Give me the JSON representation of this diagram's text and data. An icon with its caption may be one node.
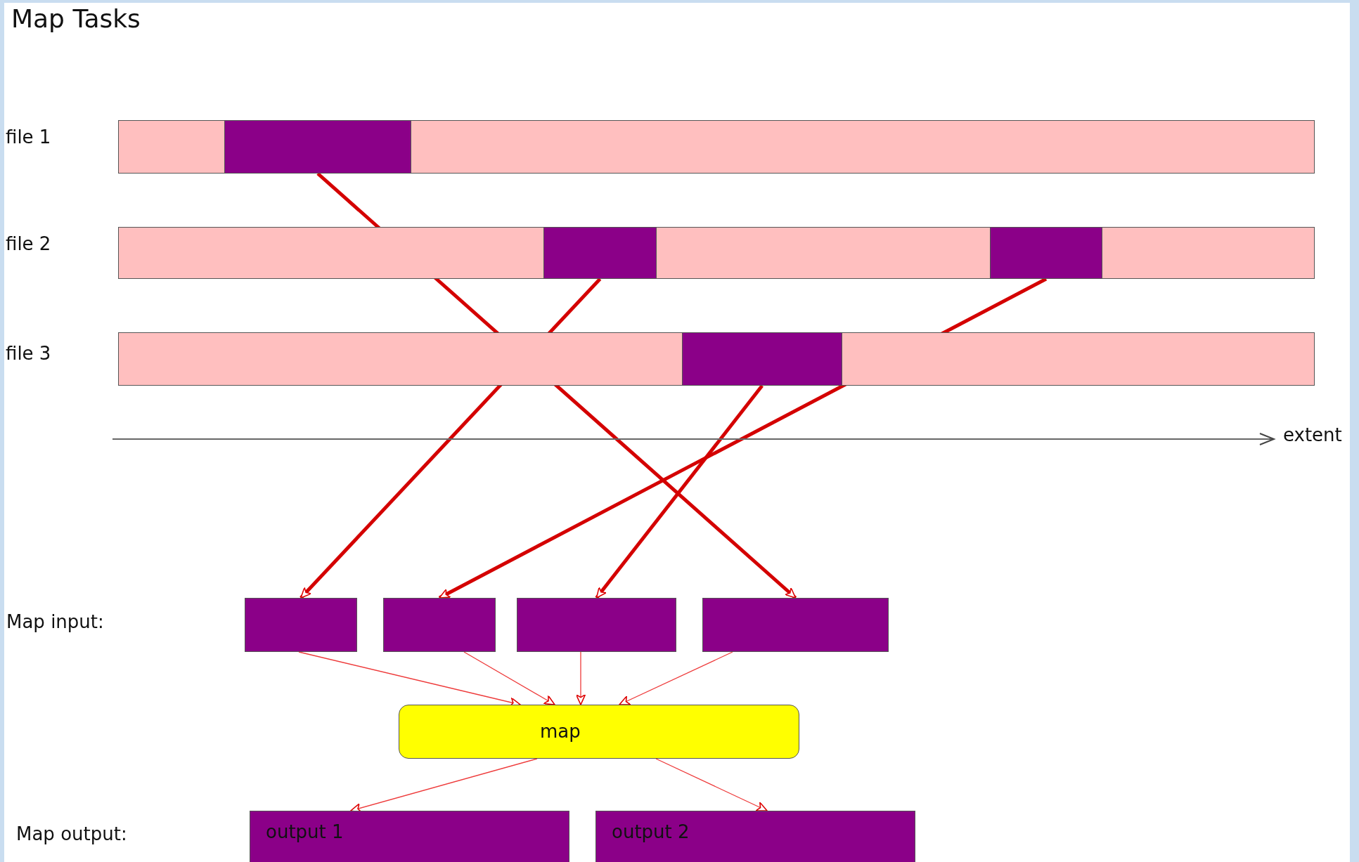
{
  "diagram": {
    "title": "Map Tasks",
    "nodes": [
      {
        "text": [
          "file 1"
        ]
      },
      {
        "text": [],
        "shape": "box",
        "in": 0
      },
      {
        "text": [
          "file 2"
        ]
      },
      {
        "text": [],
        "shape": "box",
        "in": 2
      },
      {
        "text": [],
        "shape": "box",
        "in": 2
      },
      {
        "text": [
          "file 3"
        ]
      },
      {
        "text": [],
        "shape": "box",
        "in": 5
      },
      {
        "text": [],
        "shape": "box"
      },
      {
        "text": [],
        "shape": "box"
      },
      {
        "text": [],
        "shape": "box"
      },
      {
        "text": [],
        "shape": "box"
      },
      {
        "text": [
          "map"
        ]
      },
      {
        "text": [
          "output 1"
        ]
      },
      {
        "text": [
          "output 2"
        ]
      }
    ],
    "edges": [
      {
        "from": 1,
        "to": 10,
        "arrow": "to",
        "style": "thick"
      },
      {
        "from": 3,
        "to": 7,
        "arrow": "to",
        "style": "thick"
      },
      {
        "from": 4,
        "to": 8,
        "arrow": "to",
        "style": "thick"
      },
      {
        "from": 6,
        "to": 9,
        "arrow": "to",
        "style": "thick"
      },
      {
        "from": 7,
        "to": 11,
        "arrow": "to"
      },
      {
        "from": 8,
        "to": 11,
        "arrow": "to"
      },
      {
        "from": 9,
        "to": 11,
        "arrow": "to"
      },
      {
        "from": 10,
        "to": 11,
        "arrow": "to"
      },
      {
        "from": 11,
        "to": 12,
        "arrow": "to"
      },
      {
        "from": 11,
        "to": 13,
        "arrow": "to"
      }
    ],
    "labels": [
      "extent",
      "Map input:",
      "Map output:"
    ]
  }
}
